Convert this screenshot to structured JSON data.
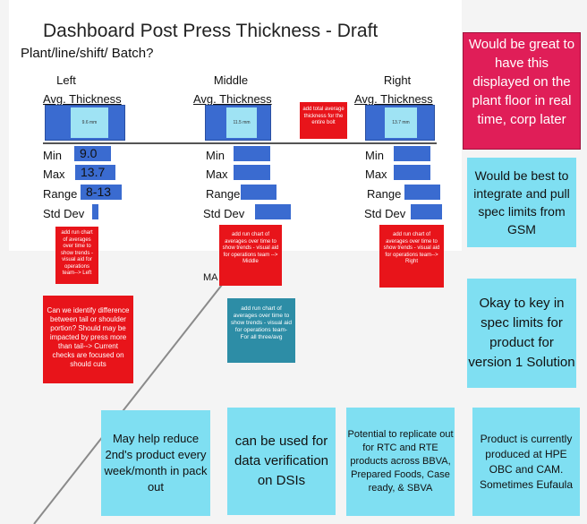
{
  "slide": {
    "title": "Dashboard Post Press Thickness - Draft",
    "subtitle": "Plant/line/shift/ Batch?",
    "columns": [
      {
        "heading": "Left",
        "avg_label": "Avg. Thickness",
        "avg_value": "9.6 mm",
        "stats": {
          "min": "9.0",
          "max": "13.7",
          "range": "8-13",
          "std": ""
        }
      },
      {
        "heading": "Middle",
        "avg_label": "Avg. Thickness",
        "avg_value": "11.5 mm",
        "stats": {
          "min": "",
          "max": "",
          "range": "",
          "std": ""
        }
      },
      {
        "heading": "Right",
        "avg_label": "Avg. Thickness",
        "avg_value": "13.7 mm",
        "stats": {
          "min": "",
          "max": "",
          "range": "",
          "std": ""
        }
      }
    ],
    "stat_labels": {
      "min": "Min",
      "max": "Max",
      "range": "Range",
      "std": "Std Dev"
    },
    "ma_label": "MA"
  },
  "notes": {
    "total_avg": "add total average thickness for the entire bolt",
    "run_left": "add run chart of averages over time to show trends - visual aid for operations team--> Left",
    "run_middle": "add run chart of averages over time to show trends - visual aid for operations team --> Middle",
    "run_right": "add run chart of averages over time to show trends - visual aid for operations team--> Right",
    "run_all": "add run chart of averages over time to show trends - visual aid for operations team- For all three/avg",
    "tail_shoulder": "Can we identify difference between tail or shoulder portion? Should may be impacted by press more than tail--> Current checks are focused on should cuts",
    "real_time": "Would be great to have this displayed on the plant floor in real time, corp later",
    "gsm": "Would be best to integrate and pull spec limits from GSM",
    "key_in": "Okay to key in spec limits for product for version 1 Solution",
    "reduce": "May help reduce 2nd's product every week/month in pack out",
    "verification": "can be used for data verification on DSIs",
    "replicate": "Potential to replicate out for RTC and RTE products across BBVA, Prepared Foods, Case ready, & SBVA",
    "produced": "Product is currently produced at HPE OBC and CAM. Sometimes Eufaula"
  },
  "colors": {
    "bar_blue": "#3a6bd0",
    "light_cyan": "#9fe3f4",
    "red_note": "#e8141a",
    "pink_note": "#e01e58",
    "teal_note": "#2d8da6",
    "cyan_note": "#7fdff2"
  }
}
